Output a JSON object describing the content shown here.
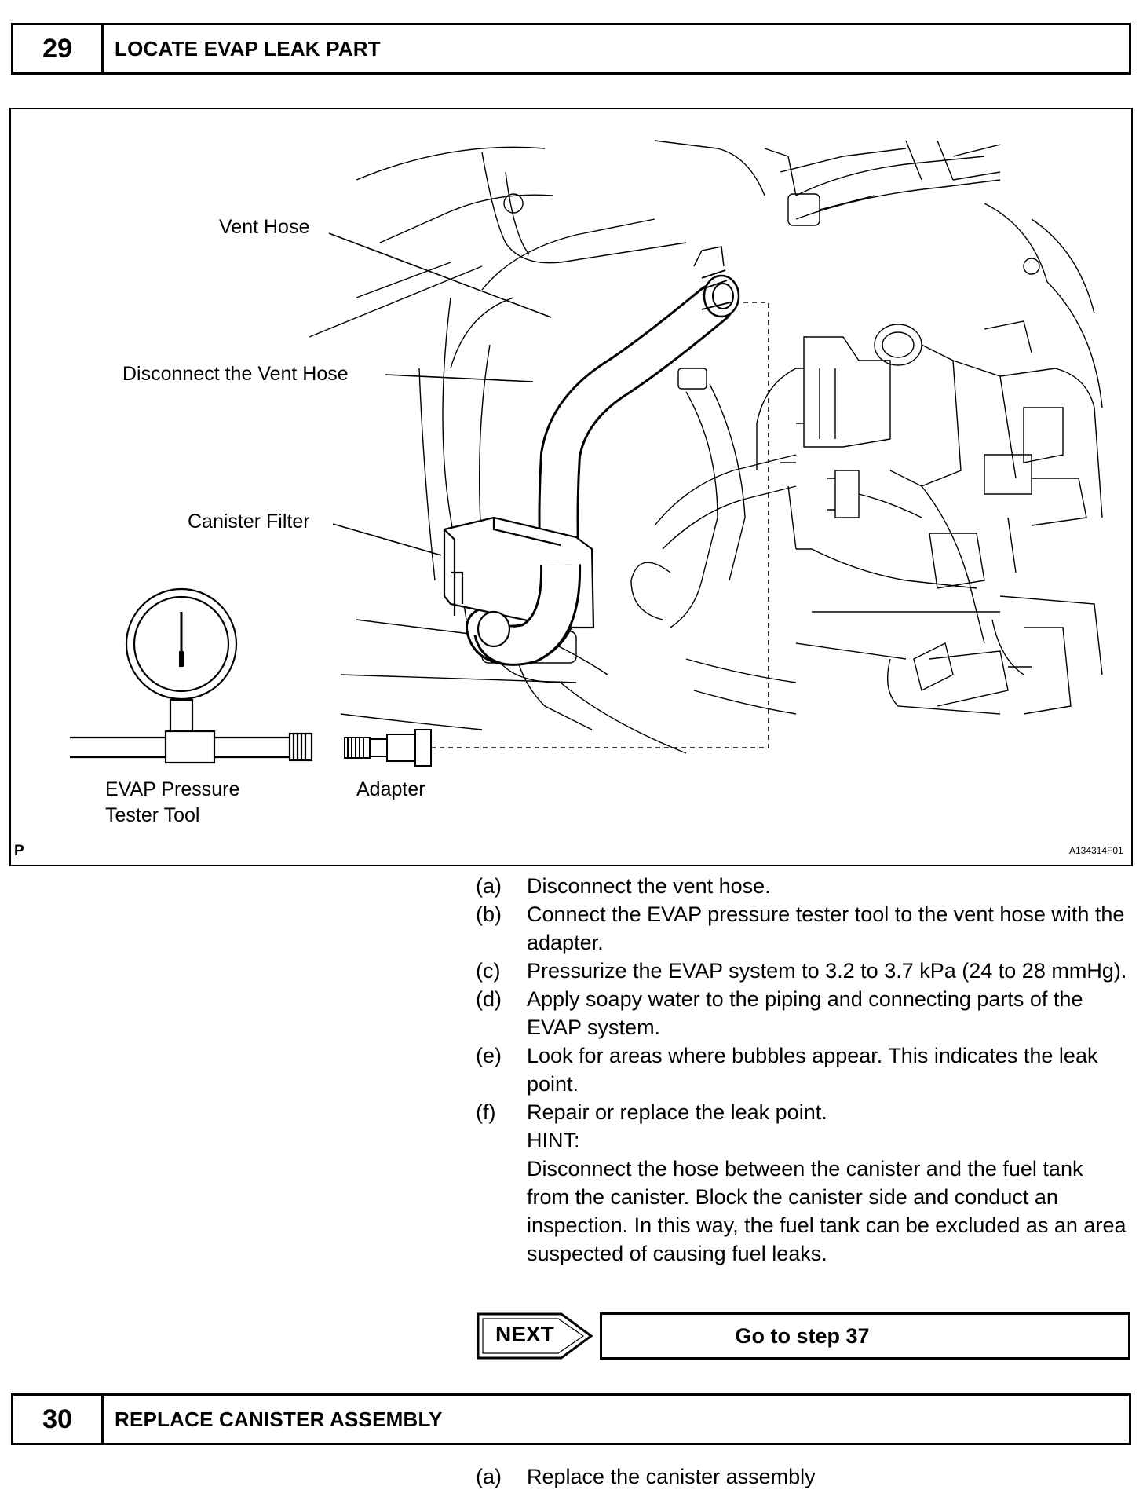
{
  "step29": {
    "number": "29",
    "title": "LOCATE EVAP LEAK PART",
    "figure": {
      "labels": {
        "vent_hose": "Vent Hose",
        "disconnect_vent_hose": "Disconnect the Vent Hose",
        "canister_filter": "Canister Filter",
        "evap_tester_line1": "EVAP Pressure",
        "evap_tester_line2": "Tester Tool",
        "adapter": "Adapter"
      },
      "corner_mark": "P",
      "figure_id": "A134314F01"
    },
    "instructions": [
      {
        "letter": "(a)",
        "text": "Disconnect the vent hose."
      },
      {
        "letter": "(b)",
        "text": "Connect the EVAP pressure tester tool to the vent hose with the adapter."
      },
      {
        "letter": "(c)",
        "text": "Pressurize the EVAP system to 3.2 to 3.7 kPa (24 to 28 mmHg)."
      },
      {
        "letter": "(d)",
        "text": "Apply soapy water to the piping and connecting parts of the EVAP system."
      },
      {
        "letter": "(e)",
        "text": "Look for areas where bubbles appear. This indicates the leak point."
      },
      {
        "letter": "(f)",
        "text": "Repair or replace the leak point.",
        "hint_label": "HINT:",
        "hint_text": "Disconnect the hose between the canister and the fuel tank from the canister. Block the canister side and conduct an inspection. In this way, the fuel tank can be excluded as an area suspected of causing fuel leaks."
      }
    ],
    "next": {
      "label": "NEXT",
      "target": "Go to step 37"
    }
  },
  "step30": {
    "number": "30",
    "title": "REPLACE CANISTER ASSEMBLY",
    "instructions": [
      {
        "letter": "(a)",
        "text": "Replace the canister assembly"
      }
    ]
  }
}
